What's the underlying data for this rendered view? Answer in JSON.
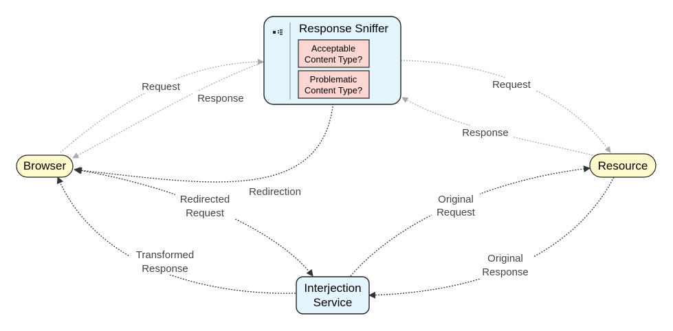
{
  "nodes": {
    "browser": "Browser",
    "resource": "Resource",
    "sniffer": {
      "title": "Response Sniffer",
      "check1": [
        "Acceptable",
        "Content Type?"
      ],
      "check2": [
        "Problematic",
        "Content Type?"
      ]
    },
    "interjection": [
      "Interjection",
      "Service"
    ]
  },
  "edges": {
    "browser_to_sniffer_request": "Request",
    "sniffer_to_browser_response": "Response",
    "sniffer_to_resource_request": "Request",
    "resource_to_sniffer_response": "Response",
    "sniffer_to_browser_redirection": "Redirection",
    "browser_to_interjection_request": [
      "Redirected",
      "Request"
    ],
    "interjection_to_resource_request": [
      "Original",
      "Request"
    ],
    "resource_to_interjection_response": [
      "Original",
      "Response"
    ],
    "interjection_to_browser_response": [
      "Transformed",
      "Response"
    ]
  },
  "colors": {
    "browser_fill": "#fffbcc",
    "resource_fill": "#fffbcc",
    "service_fill": "#e5f5fd",
    "check_fill": "#fcd6d2",
    "grey_edge": "#aaaaaa",
    "dark_edge": "#333333"
  }
}
